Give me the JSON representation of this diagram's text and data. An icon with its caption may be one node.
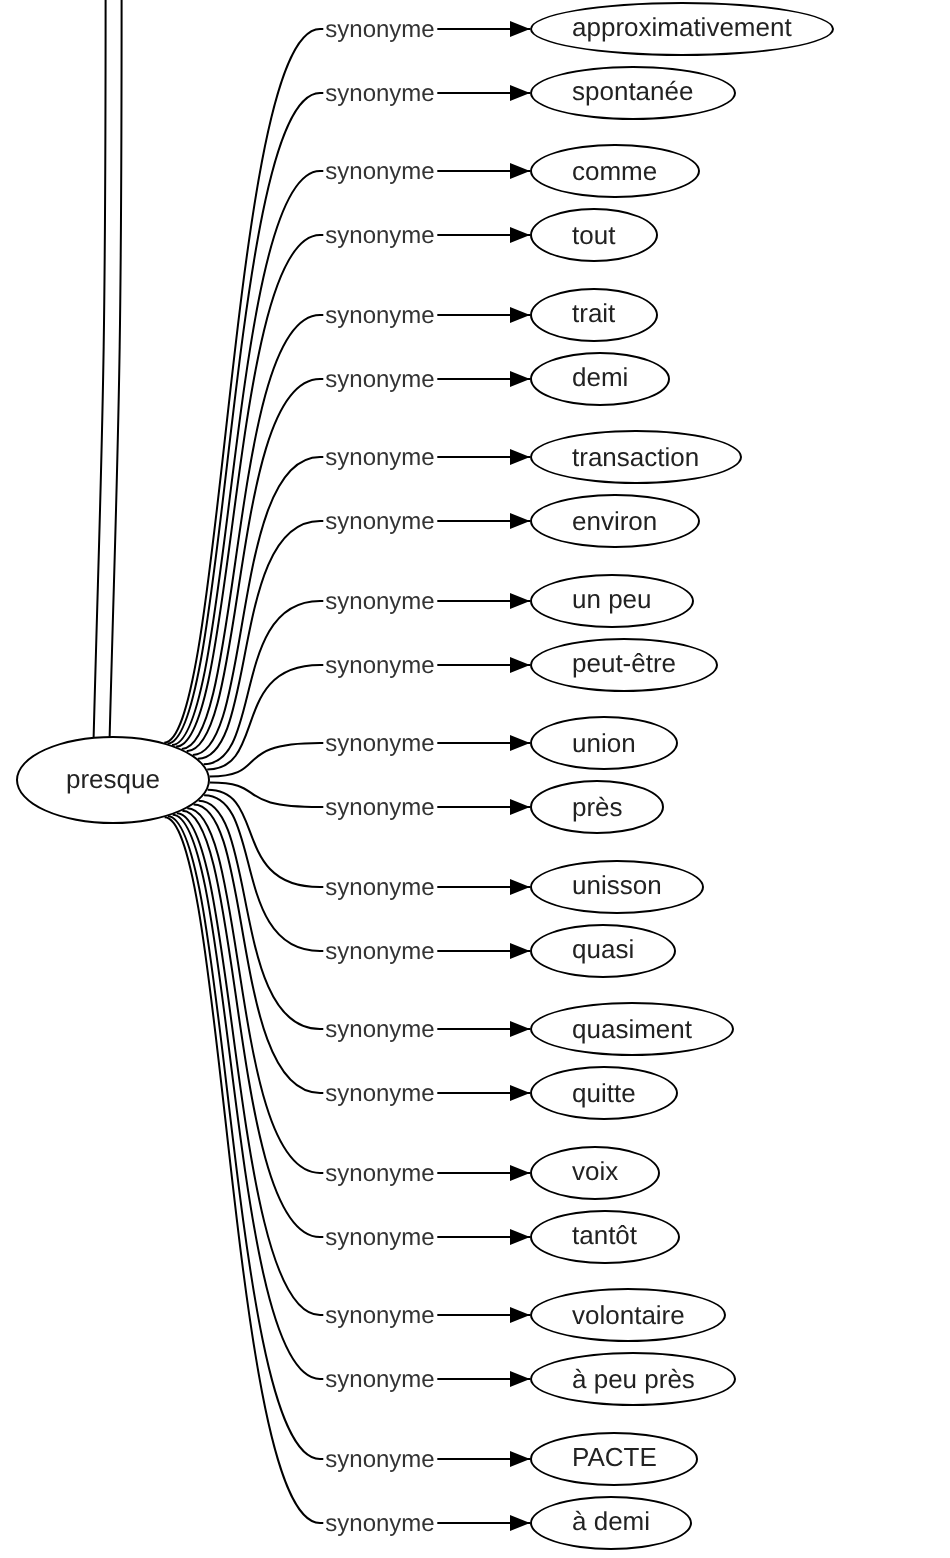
{
  "diagram": {
    "nodes": [
      {
        "text": [
          "presque"
        ]
      },
      {
        "text": [
          "approximativement"
        ]
      },
      {
        "text": [
          "spontanée"
        ]
      },
      {
        "text": [
          "comme"
        ]
      },
      {
        "text": [
          "tout"
        ]
      },
      {
        "text": [
          "trait"
        ]
      },
      {
        "text": [
          "demi"
        ]
      },
      {
        "text": [
          "transaction"
        ]
      },
      {
        "text": [
          "environ"
        ]
      },
      {
        "text": [
          "un peu"
        ]
      },
      {
        "text": [
          "peut-être"
        ]
      },
      {
        "text": [
          "union"
        ]
      },
      {
        "text": [
          "près"
        ]
      },
      {
        "text": [
          "unisson"
        ]
      },
      {
        "text": [
          "quasi"
        ]
      },
      {
        "text": [
          "quasiment"
        ]
      },
      {
        "text": [
          "quitte"
        ]
      },
      {
        "text": [
          "voix"
        ]
      },
      {
        "text": [
          "tantôt"
        ]
      },
      {
        "text": [
          "volontaire"
        ]
      },
      {
        "text": [
          "à peu près"
        ]
      },
      {
        "text": [
          "PACTE"
        ]
      },
      {
        "text": [
          "à demi"
        ]
      }
    ],
    "edges": [
      {
        "from": 0,
        "to": 1,
        "arrow": "to",
        "label": "synonyme"
      },
      {
        "from": 0,
        "to": 2,
        "arrow": "to",
        "label": "synonyme"
      },
      {
        "from": 0,
        "to": 3,
        "arrow": "to",
        "label": "synonyme"
      },
      {
        "from": 0,
        "to": 4,
        "arrow": "to",
        "label": "synonyme"
      },
      {
        "from": 0,
        "to": 5,
        "arrow": "to",
        "label": "synonyme"
      },
      {
        "from": 0,
        "to": 6,
        "arrow": "to",
        "label": "synonyme"
      },
      {
        "from": 0,
        "to": 7,
        "arrow": "to",
        "label": "synonyme"
      },
      {
        "from": 0,
        "to": 8,
        "arrow": "to",
        "label": "synonyme"
      },
      {
        "from": 0,
        "to": 9,
        "arrow": "to",
        "label": "synonyme"
      },
      {
        "from": 0,
        "to": 10,
        "arrow": "to",
        "label": "synonyme"
      },
      {
        "from": 0,
        "to": 11,
        "arrow": "to",
        "label": "synonyme"
      },
      {
        "from": 0,
        "to": 12,
        "arrow": "to",
        "label": "synonyme"
      },
      {
        "from": 0,
        "to": 13,
        "arrow": "to",
        "label": "synonyme"
      },
      {
        "from": 0,
        "to": 14,
        "arrow": "to",
        "label": "synonyme"
      },
      {
        "from": 0,
        "to": 15,
        "arrow": "to",
        "label": "synonyme"
      },
      {
        "from": 0,
        "to": 16,
        "arrow": "to",
        "label": "synonyme"
      },
      {
        "from": 0,
        "to": 17,
        "arrow": "to",
        "label": "synonyme"
      },
      {
        "from": 0,
        "to": 18,
        "arrow": "to",
        "label": "synonyme"
      },
      {
        "from": 0,
        "to": 19,
        "arrow": "to",
        "label": "synonyme"
      },
      {
        "from": 0,
        "to": 20,
        "arrow": "to",
        "label": "synonyme"
      },
      {
        "from": 0,
        "to": 21,
        "arrow": "to",
        "label": "synonyme"
      },
      {
        "from": 0,
        "to": 22,
        "arrow": "to",
        "label": "synonyme"
      },
      {
        "from": 0,
        "to": null,
        "arrow": "none"
      },
      {
        "from": 0,
        "to": null,
        "arrow": "none"
      }
    ]
  }
}
